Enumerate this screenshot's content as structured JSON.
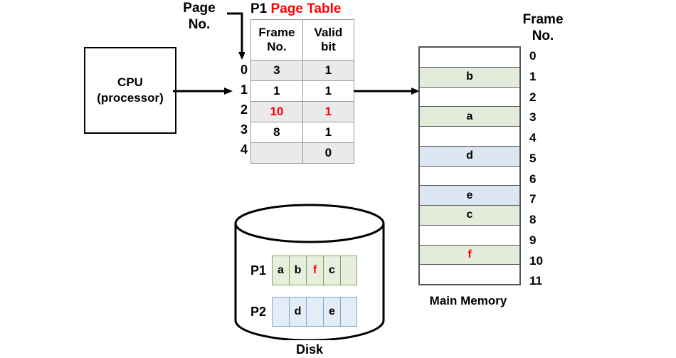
{
  "labels": {
    "page_no": "Page\nNo.",
    "page_no_line1": "Page",
    "page_no_line2": "No.",
    "frame_no_line1": "Frame",
    "frame_no_line2": "No.",
    "main_memory_caption": "Main Memory",
    "disk_caption": "Disk"
  },
  "cpu": {
    "line1": "CPU",
    "line2": "(processor)"
  },
  "page_table": {
    "title_process": "P1",
    "title_main": "Page Table",
    "title_color": "#ff0000",
    "headers": [
      "Frame\nNo.",
      "Valid\nbit"
    ],
    "header_frame_line1": "Frame",
    "header_frame_line2": "No.",
    "header_valid_line1": "Valid",
    "header_valid_line2": "bit",
    "page_indices": [
      "0",
      "1",
      "2",
      "3",
      "4"
    ],
    "rows": [
      {
        "page": "0",
        "frame": "3",
        "valid": "1",
        "shaded": true,
        "highlight": false
      },
      {
        "page": "1",
        "frame": "1",
        "valid": "1",
        "shaded": false,
        "highlight": false
      },
      {
        "page": "2",
        "frame": "10",
        "valid": "1",
        "shaded": true,
        "highlight": true
      },
      {
        "page": "3",
        "frame": "8",
        "valid": "1",
        "shaded": false,
        "highlight": false
      },
      {
        "page": "4",
        "frame": "",
        "valid": "0",
        "shaded": true,
        "highlight": false
      }
    ]
  },
  "main_memory": {
    "frames": [
      {
        "index": "0",
        "content": "",
        "fill": "none",
        "highlight": false
      },
      {
        "index": "1",
        "content": "b",
        "fill": "green",
        "highlight": false
      },
      {
        "index": "2",
        "content": "",
        "fill": "none",
        "highlight": false
      },
      {
        "index": "3",
        "content": "a",
        "fill": "green",
        "highlight": false
      },
      {
        "index": "4",
        "content": "",
        "fill": "none",
        "highlight": false
      },
      {
        "index": "5",
        "content": "d",
        "fill": "blue",
        "highlight": false
      },
      {
        "index": "6",
        "content": "",
        "fill": "none",
        "highlight": false
      },
      {
        "index": "7",
        "content": "e",
        "fill": "blue",
        "highlight": false
      },
      {
        "index": "8",
        "content": "c",
        "fill": "green",
        "highlight": false
      },
      {
        "index": "9",
        "content": "",
        "fill": "none",
        "highlight": false
      },
      {
        "index": "10",
        "content": "f",
        "fill": "green",
        "highlight": true
      },
      {
        "index": "11",
        "content": "",
        "fill": "none",
        "highlight": false
      }
    ]
  },
  "disk": {
    "processes": [
      {
        "label": "P1",
        "fill": "green",
        "cells": [
          {
            "content": "a",
            "highlight": false
          },
          {
            "content": "b",
            "highlight": false
          },
          {
            "content": "f",
            "highlight": true
          },
          {
            "content": "c",
            "highlight": false
          },
          {
            "content": "",
            "highlight": false
          }
        ]
      },
      {
        "label": "P2",
        "fill": "blue",
        "cells": [
          {
            "content": "",
            "highlight": false
          },
          {
            "content": "d",
            "highlight": false
          },
          {
            "content": "",
            "highlight": false
          },
          {
            "content": "e",
            "highlight": false
          },
          {
            "content": "",
            "highlight": false
          }
        ]
      }
    ]
  },
  "colors": {
    "green_fill": "#e3ecda",
    "blue_fill": "#dde7f3",
    "shade_fill": "#eaeaea",
    "highlight": "#ff0000",
    "stroke": "#555555"
  }
}
